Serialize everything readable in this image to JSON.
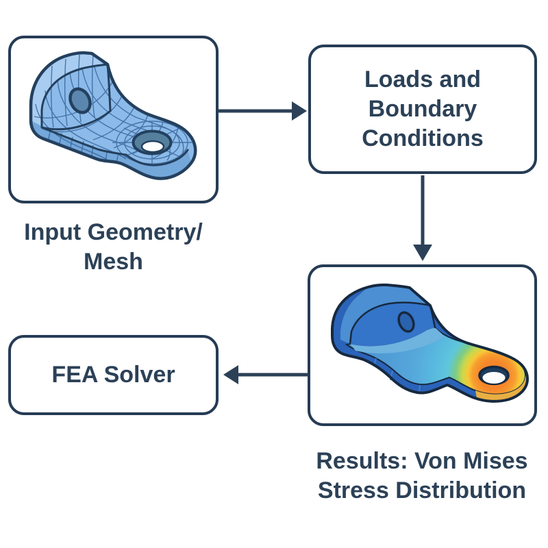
{
  "nodes": {
    "input_geometry": {
      "caption_lines": [
        "Input Geometry/",
        "Mesh"
      ],
      "content": "meshed-bracket-3d-illustration"
    },
    "loads_bc": {
      "label_lines": [
        "Loads and",
        "Boundary",
        "Conditions"
      ]
    },
    "results": {
      "caption_lines": [
        "Results: Von Mises",
        "Stress Distribution"
      ],
      "content": "von-mises-stress-bracket-3d-illustration"
    },
    "fea_solver": {
      "label": "FEA Solver"
    }
  },
  "edges": [
    {
      "from": "input_geometry",
      "to": "loads_bc",
      "direction": "right"
    },
    {
      "from": "loads_bc",
      "to": "results",
      "direction": "down"
    },
    {
      "from": "results",
      "to": "fea_solver",
      "direction": "left"
    }
  ],
  "colors": {
    "background": "#FFFFFF",
    "outline": "#263C55",
    "text": "#2C4157",
    "mesh_part_fill": "#8CBBEA",
    "mesh_part_wall": "#74A7DA",
    "mesh_line": "#3A659A",
    "stress_low_blue": "#4B93D2",
    "stress_cyan": "#5CC4DF",
    "stress_green": "#7BCB86",
    "stress_yellow": "#F7C838",
    "stress_orange": "#F6862B"
  }
}
